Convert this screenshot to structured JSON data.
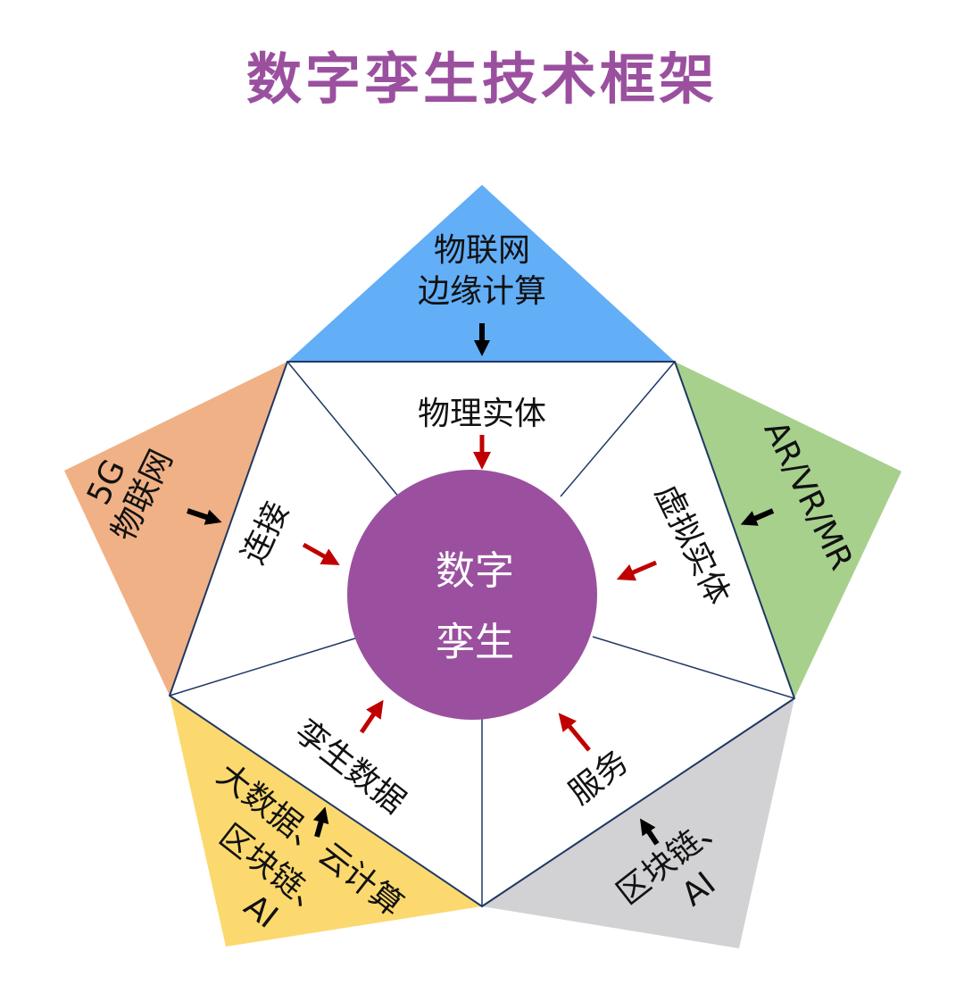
{
  "title": "数字孪生技术框架",
  "center": {
    "line1": "数字",
    "line2": "孪生",
    "color": "#9b509f"
  },
  "inner_segments": [
    {
      "id": "physical",
      "label": "物理实体"
    },
    {
      "id": "virtual",
      "label": "虚拟实体"
    },
    {
      "id": "service",
      "label": "服务"
    },
    {
      "id": "twin-data",
      "label": "孪生数据"
    },
    {
      "id": "connection",
      "label": "连接"
    }
  ],
  "outer_triangles": [
    {
      "id": "top",
      "color": "#62aef7",
      "lines": [
        "物联网",
        "边缘计算"
      ]
    },
    {
      "id": "right",
      "color": "#a7d08d",
      "lines": [
        "AR/VR/MR"
      ]
    },
    {
      "id": "bottom-right",
      "color": "#d2d1d3",
      "lines": [
        "区块链、",
        "AI"
      ]
    },
    {
      "id": "bottom-left",
      "color": "#fbd96f",
      "lines": [
        "大数据、云计算",
        "区块链、",
        "AI"
      ]
    },
    {
      "id": "left",
      "color": "#f0b186",
      "lines": [
        "5G",
        "物联网"
      ]
    }
  ],
  "colors": {
    "title": "#9b509f",
    "arrow_inner": "#c00000",
    "arrow_outer": "#000000",
    "edge": "#1f3864"
  }
}
